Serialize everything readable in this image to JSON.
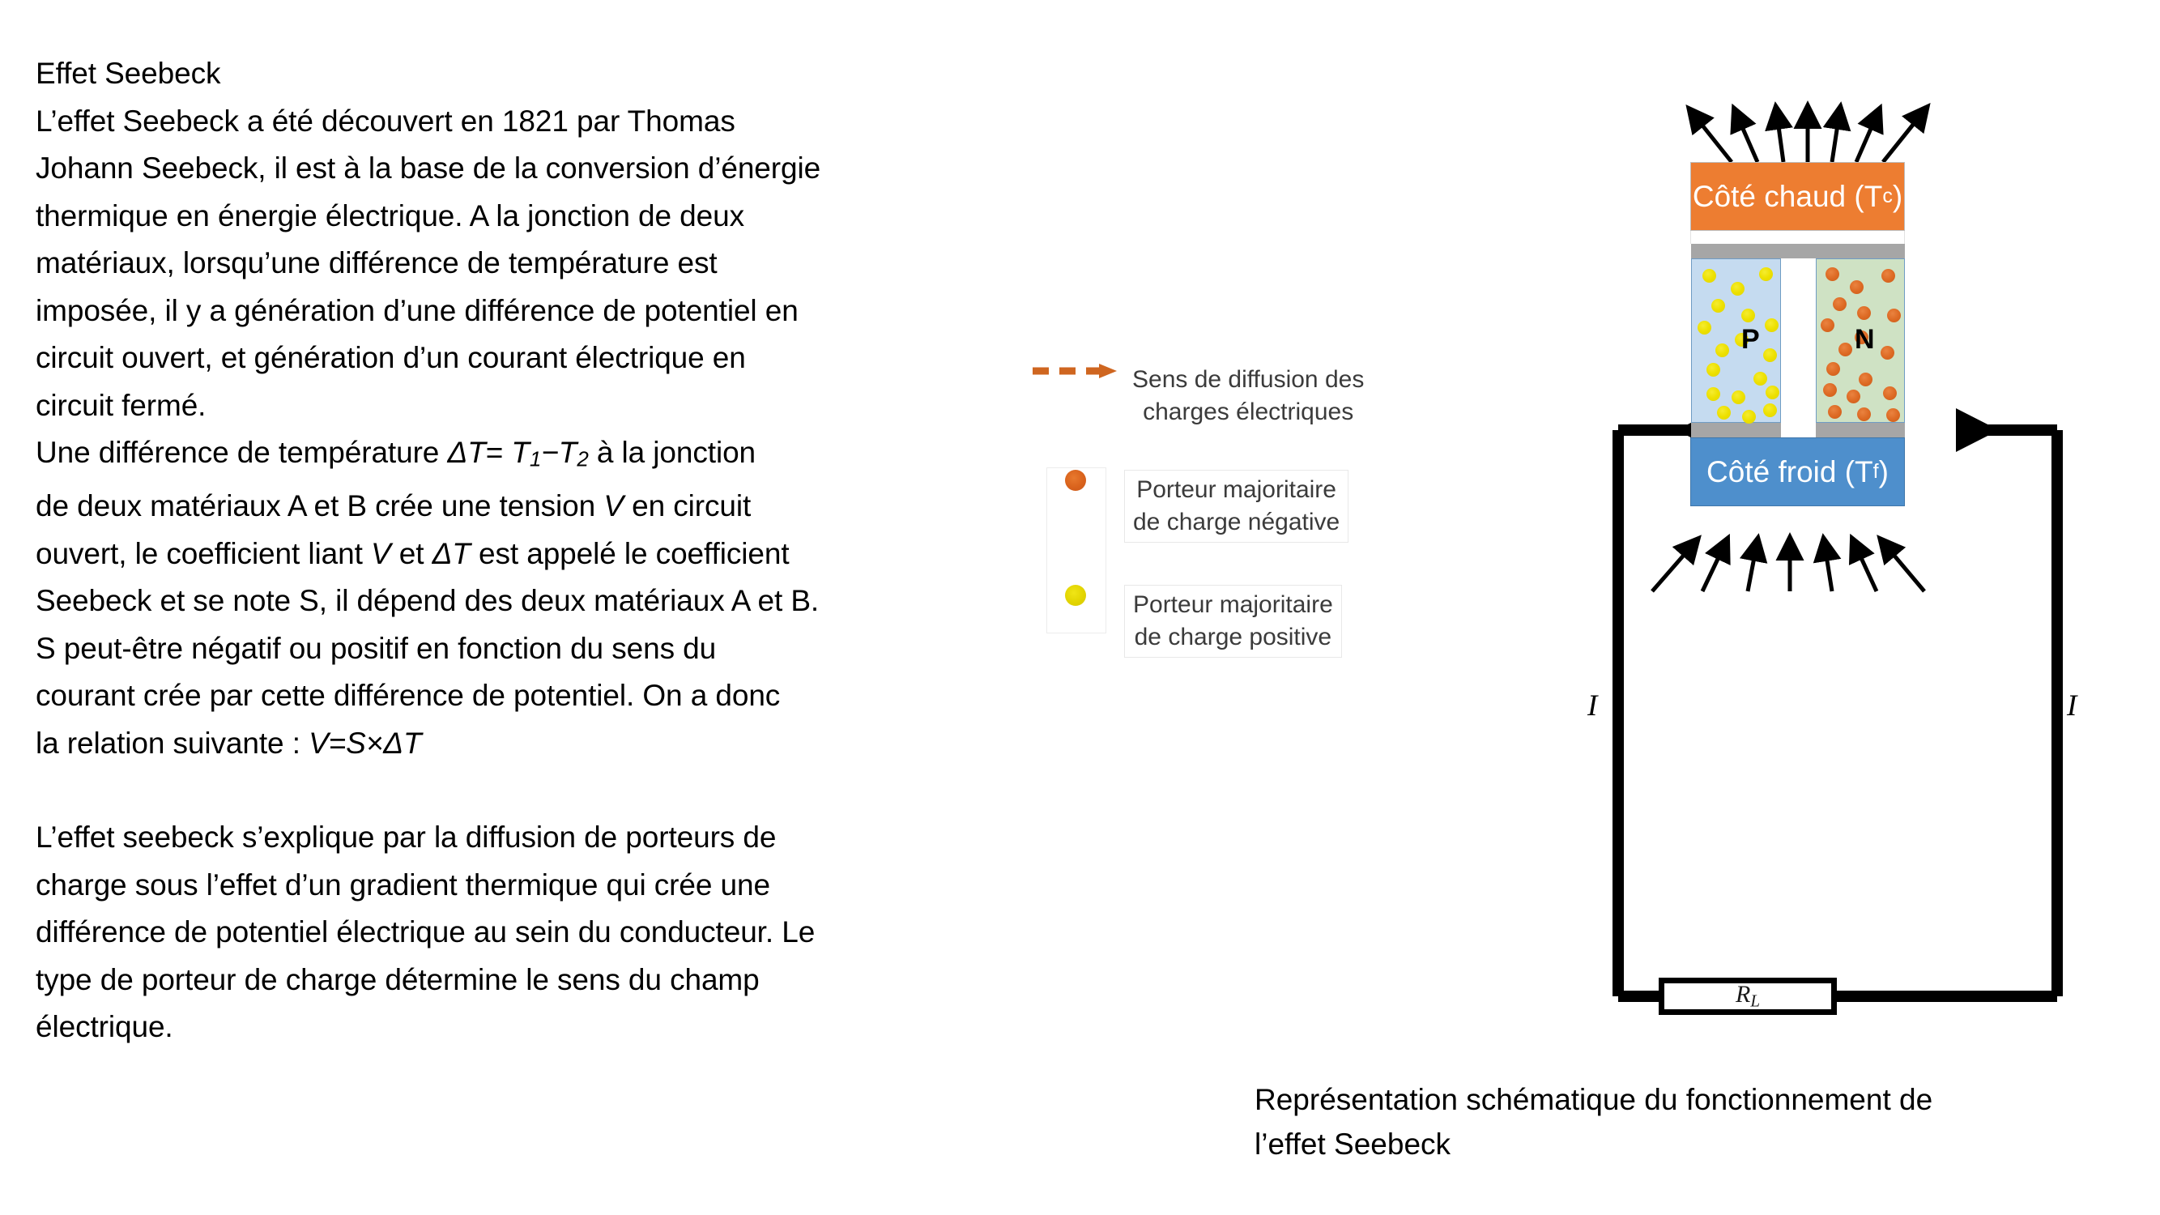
{
  "article": {
    "title": "Effet Seebeck",
    "paragraph1_lines": [
      "L’effet Seebeck a été découvert en 1821 par Thomas",
      "Johann Seebeck, il est à la base de la conversion d’énergie",
      "thermique en énergie électrique. A la jonction de deux",
      "matériaux, lorsqu’une différence de température est",
      "imposée, il y a génération d’une différence de potentiel en",
      "circuit ouvert, et génération d’un courant électrique en",
      "circuit fermé."
    ],
    "paragraph2_line1_pre": "Une différence de température ",
    "paragraph2_line1_math_dt": "ΔT",
    "paragraph2_line1_eq": "= ",
    "paragraph2_line1_t1": "T",
    "paragraph2_line1_t1sub": "1",
    "paragraph2_line1_minus": "−",
    "paragraph2_line1_t2": "T",
    "paragraph2_line1_t2sub": "2",
    "paragraph2_line1_post": " à la jonction",
    "paragraph2_line2_pre": "de deux matériaux A et B crée une tension ",
    "paragraph2_line2_v": "V",
    "paragraph2_line2_post": " en circuit",
    "paragraph2_line3_pre": "ouvert, le coefficient liant ",
    "paragraph2_line3_v": "V",
    "paragraph2_line3_mid": " et ",
    "paragraph2_line3_dt": "ΔT",
    "paragraph2_line3_post": " est appelé le coefficient",
    "paragraph2_line4": "Seebeck et se note S, il dépend des deux matériaux A et B.",
    "paragraph2_line5": "S peut-être négatif ou positif en fonction du sens du",
    "paragraph2_line6": "courant crée par cette différence de potentiel. On a donc",
    "paragraph2_line7_pre": "la relation suivante : ",
    "paragraph2_line7_formula": "V=S×ΔT",
    "paragraph3_lines": [
      "L’effet seebeck s’explique par la diffusion de porteurs de",
      "charge sous l’effet d’un gradient thermique qui crée une",
      "différence de potentiel électrique au sein du conducteur. Le",
      "type de porteur de charge détermine le sens du champ",
      "électrique."
    ]
  },
  "legend": {
    "diffusion": {
      "marker": "dashed-arrow-icon",
      "label": "Sens de diffusion des\ncharges électriques"
    },
    "negative_carrier": {
      "marker": "orange-dot-icon",
      "label": "Porteur majoritaire\nde charge négative"
    },
    "positive_carrier": {
      "marker": "yellow-dot-icon",
      "label": "Porteur majoritaire\nde charge positive"
    }
  },
  "diagram": {
    "hot_side_label": "Côté chaud (T",
    "hot_side_sub": "c",
    "hot_side_close": ")",
    "cold_side_label": "Côté froid (T",
    "cold_side_sub": "f",
    "cold_side_close": ")",
    "leg_p_label": "P",
    "leg_n_label": "N",
    "current_left_label": "I",
    "current_right_label": "I",
    "resistor_label": "R",
    "resistor_sub": "L",
    "hot_arrow_count": 7,
    "cold_arrow_count": 7,
    "colors": {
      "hot": "#ED7D31",
      "cold": "#4E8FCC",
      "leg_p": "#C5DBF0",
      "leg_n": "#CFE2C4",
      "conductor": "#A6A6A6",
      "positive_carrier": "#EDE000",
      "negative_carrier": "#DD6A24",
      "diffusion_arrow": "#DD6A24",
      "circuit_wire": "#000000"
    }
  },
  "caption": {
    "text": "Représentation schématique du fonctionnement de\nl’effet Seebeck"
  }
}
